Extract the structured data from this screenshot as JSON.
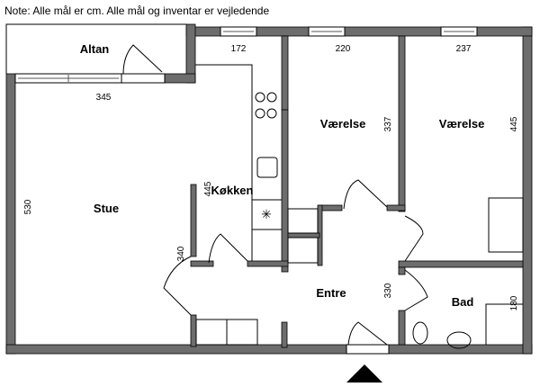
{
  "note": "Note: Alle mål er cm. Alle mål og inventar er vejledende",
  "rooms": {
    "altan": "Altan",
    "stue": "Stue",
    "kokken": "Køkken",
    "vaerelse1": "Værelse",
    "vaerelse2": "Værelse",
    "entre": "Entre",
    "bad": "Bad"
  },
  "dimensions": {
    "kitchen_width": "172",
    "room1_width": "220",
    "room2_width": "237",
    "stue_width": "345",
    "stue_depth": "530",
    "kitchen_depth": "445",
    "hall_wall": "340",
    "room1_depth": "337",
    "room2_depth": "445",
    "entre_depth": "330",
    "bad_depth": "180"
  }
}
